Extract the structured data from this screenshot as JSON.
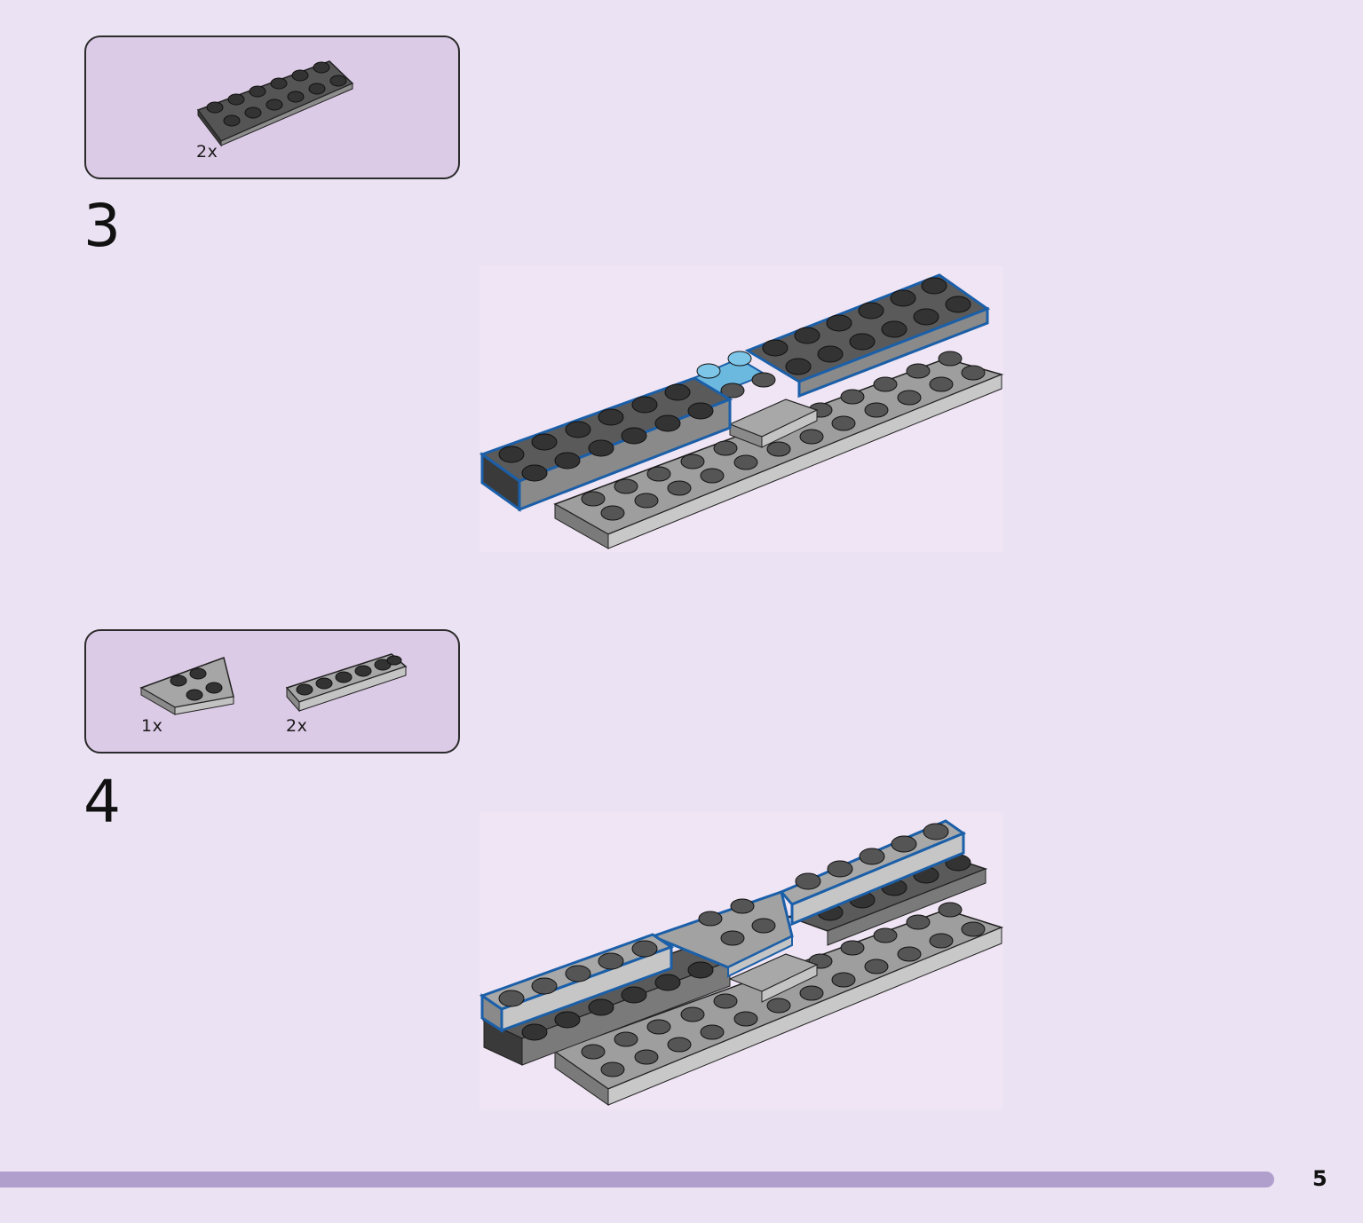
{
  "page": {
    "page_number": "5"
  },
  "colors": {
    "background": "#ebe3f3",
    "parts_box_fill": "#dccbe6",
    "footer_bar": "#b09fcc",
    "dark_bluish_gray": "#4a4a4a",
    "light_bluish_gray": "#a6a6a6",
    "highlight_outline": "#1b5fa8",
    "medium_azure": "#6cb9e0"
  },
  "steps": [
    {
      "number": "3",
      "parts": [
        {
          "quantity": "2x",
          "part": "plate-2x6",
          "color": "dark_bluish_gray"
        }
      ]
    },
    {
      "number": "4",
      "parts": [
        {
          "quantity": "1x",
          "part": "wedge-plate-3x4",
          "color": "light_bluish_gray"
        },
        {
          "quantity": "2x",
          "part": "plate-1x6",
          "color": "light_bluish_gray"
        }
      ]
    }
  ]
}
